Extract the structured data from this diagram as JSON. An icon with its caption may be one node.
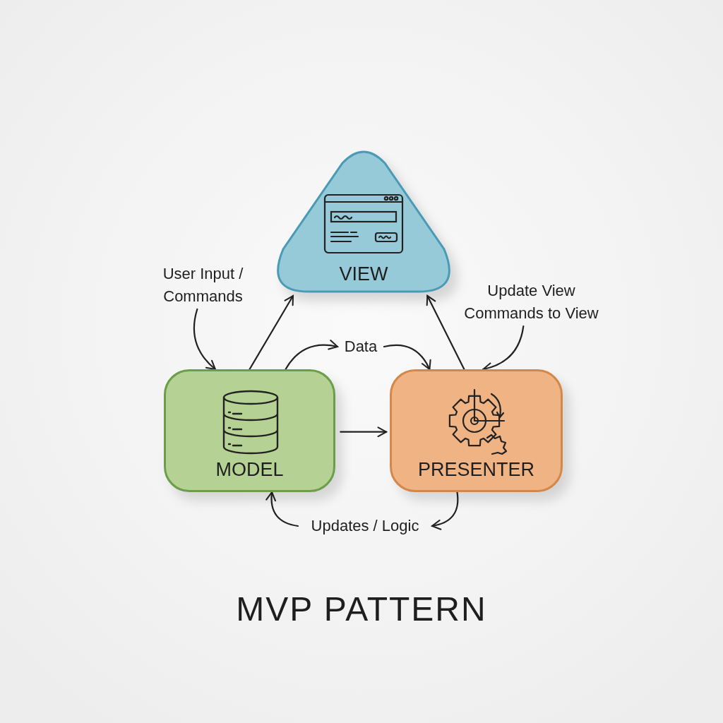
{
  "diagram": {
    "title": "MVP PATTERN",
    "nodes": [
      {
        "text": [
          "VIEW"
        ]
      },
      {
        "text": [
          "MODEL"
        ]
      },
      {
        "text": [
          "PRESENTER"
        ]
      },
      {
        "text": [
          "User Input / Commands"
        ]
      },
      {
        "text": [
          "Data"
        ]
      },
      {
        "text": [
          "Update View Commands to View"
        ]
      },
      {
        "text": [
          "Updates / Logic"
        ]
      }
    ],
    "edges": [
      {
        "from": 3,
        "to": 1,
        "arrow": "to"
      },
      {
        "from": 1,
        "to": 0,
        "arrow": "to"
      },
      {
        "from": 1,
        "to": 4,
        "arrow": "to"
      },
      {
        "from": 4,
        "to": 2,
        "arrow": "to"
      },
      {
        "from": 2,
        "to": 0,
        "arrow": "to"
      },
      {
        "from": 5,
        "to": 2,
        "arrow": "to"
      },
      {
        "from": 1,
        "to": 2,
        "arrow": "to"
      },
      {
        "from": 2,
        "to": 6,
        "arrow": "to"
      },
      {
        "from": 6,
        "to": 1,
        "arrow": "to"
      }
    ]
  }
}
